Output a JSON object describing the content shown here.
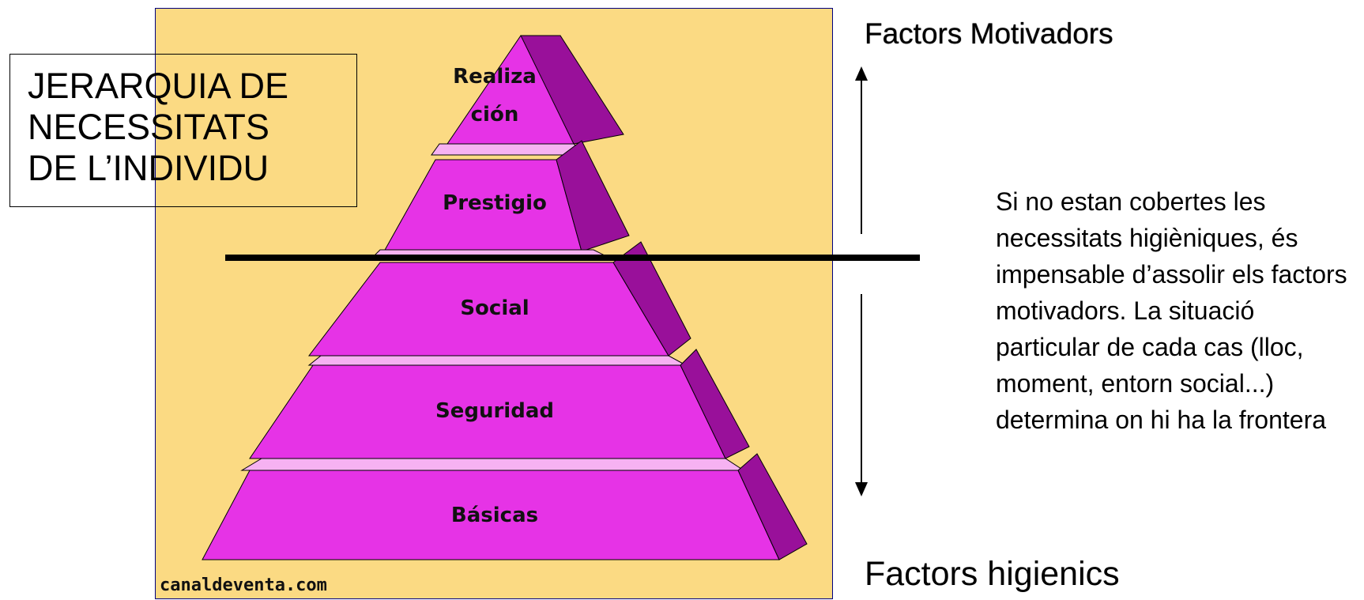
{
  "title": {
    "lines": [
      "JERARQUIA DE",
      "NECESSITATS",
      "DE L’INDIVIDU"
    ]
  },
  "pyramid": {
    "levels": [
      {
        "label_lines": [
          "Realiza",
          "ción"
        ]
      },
      {
        "label_lines": [
          "Prestigio"
        ]
      },
      {
        "label_lines": [
          "Social"
        ]
      },
      {
        "label_lines": [
          "Seguridad"
        ]
      },
      {
        "label_lines": [
          "Básicas"
        ]
      }
    ],
    "watermark": "canaldeventa.com",
    "colors": {
      "background": "#fbda83",
      "face": "#e633e6",
      "side": "#99109a",
      "ledge": "#f6b2f2",
      "outline": "#000000"
    }
  },
  "factors": {
    "top": "Factors Motivadors",
    "bottom": "Factors higienics"
  },
  "explanation": "Si no estan cobertes les necessitats higièniques, és impensable d’assolir els factors motivadors. La situació particular de cada cas (lloc, moment, entorn social...) determina on hi ha la frontera"
}
